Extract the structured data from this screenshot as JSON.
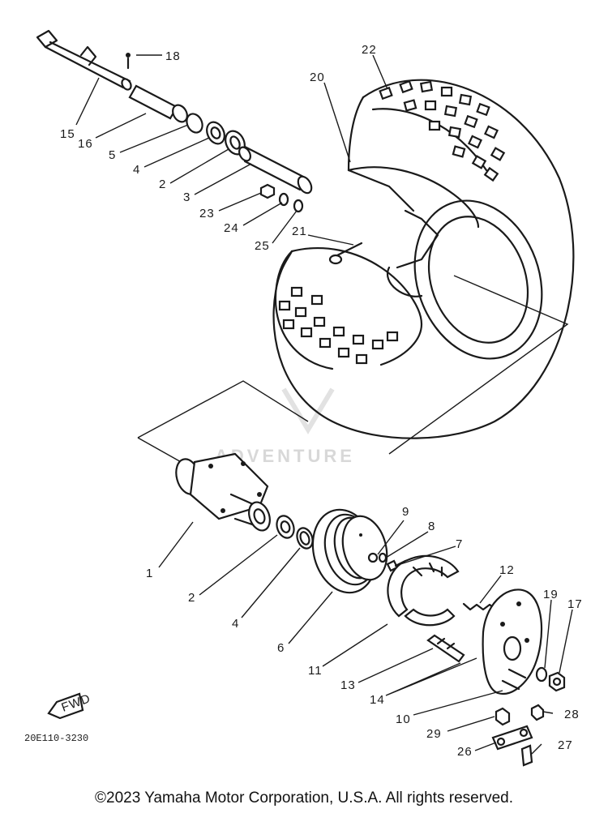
{
  "diagram": {
    "part_labels": {
      "p1": "1",
      "p2a": "2",
      "p2b": "2",
      "p3": "3",
      "p4a": "4",
      "p4b": "4",
      "p5": "5",
      "p6": "6",
      "p7": "7",
      "p8": "8",
      "p9": "9",
      "p10": "10",
      "p11": "11",
      "p12": "12",
      "p13": "13",
      "p14": "14",
      "p15": "15",
      "p16": "16",
      "p17": "17",
      "p18": "18",
      "p19": "19",
      "p20": "20",
      "p21": "21",
      "p22": "22",
      "p23": "23",
      "p24": "24",
      "p25": "25",
      "p26": "26",
      "p27": "27",
      "p28": "28",
      "p29": "29"
    },
    "fwd_label": "FWD",
    "drawing_code": "20E110-3230",
    "watermark": "ADVENTURE"
  },
  "footer": {
    "copyright": "©2023 Yamaha Motor Corporation, U.S.A. All rights reserved."
  }
}
